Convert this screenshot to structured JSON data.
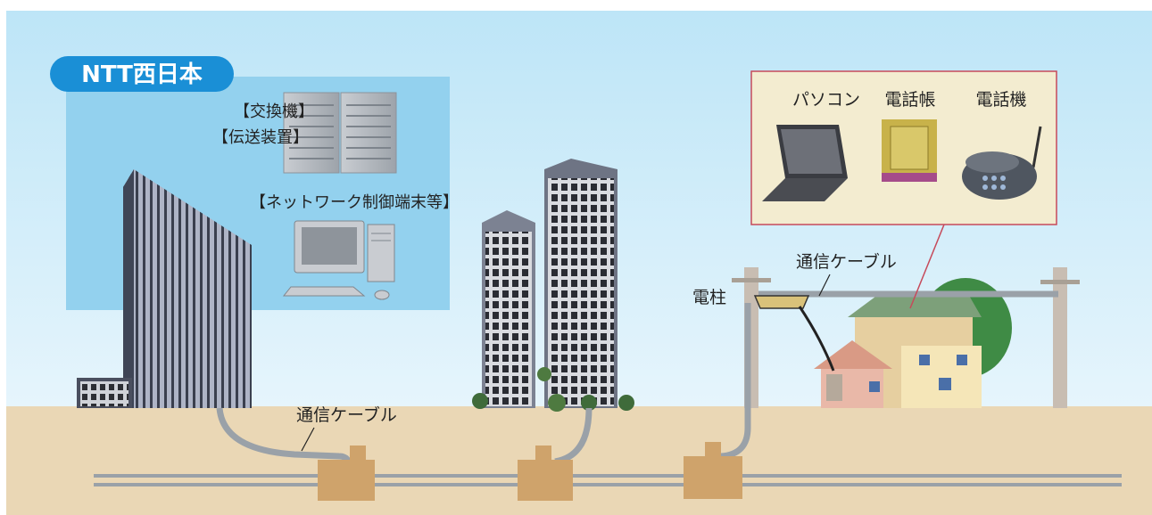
{
  "badge": {
    "label": "NTT西日本",
    "color": "#1a8fd6"
  },
  "labels": {
    "exchange": "【交換機】",
    "transmission": "【伝送装置】",
    "network_terminal": "【ネットワーク制御端末等】",
    "pole": "電柱",
    "cable_aerial": "通信ケーブル",
    "cable_underground": "通信ケーブル"
  },
  "devices": [
    {
      "label": "パソコン",
      "icon": "laptop-icon"
    },
    {
      "label": "電話帳",
      "icon": "phonebook-icon"
    },
    {
      "label": "電話機",
      "icon": "telephone-icon"
    }
  ],
  "colors": {
    "sky_top": "#bfe6f7",
    "ground": "#ead7b5",
    "ntt_panel": "#93d1ee",
    "device_panel": "#f3ecd0",
    "device_border": "#c64a5a",
    "pipe": "#9aa1a8",
    "manhole": "#cfa36b"
  }
}
